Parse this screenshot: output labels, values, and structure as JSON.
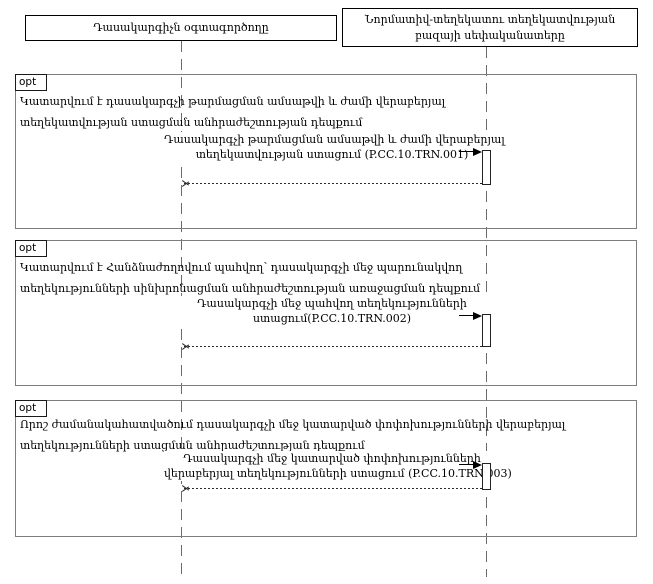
{
  "actors": [
    {
      "label": "Դասակարգիչն օգտագործողը"
    },
    {
      "label": "Նորմատիվ-տեղեկատու տեղեկատվության բազայի սեփականատերը"
    }
  ],
  "fragments": [
    {
      "operator": "opt",
      "guard_lines": [
        "Կատարվում է դասակարգչի թարմացման ամսաթվի և ժամի վերաբերյալ",
        "տեղեկատվության ստացման անհրաժեշտության դեպքում"
      ],
      "message_lines": [
        "Դասակարգչի թարմացման ամսաթվի և ժամի վերաբերյալ",
        "տեղեկատվության ստացում (P.CC.10.TRN.001)"
      ],
      "message_code": "P.CC.10.TRN.001"
    },
    {
      "operator": "opt",
      "guard_lines": [
        "Կատարվում է Հանձնաժողովում պահվող՝ դասակարգչի մեջ պարունակվող",
        "տեղեկությունների սինխրոնացման անհրաժեշտության առաջացման դեպքում"
      ],
      "message_lines": [
        "Դասակարգչի մեջ պահվող տեղեկությունների",
        "ստացում(P.CC.10.TRN.002)"
      ],
      "message_code": "P.CC.10.TRN.002"
    },
    {
      "operator": "opt",
      "guard_lines": [
        "Որոշ ժամանակահատվածում դասակարգչի մեջ կատարված փոփոխությունների վերաբերյալ",
        "տեղեկությունների ստացման անհրաժեշտության դեպքում"
      ],
      "message_lines": [
        "Դասակարգչի մեջ կատարված փոփոխությունների",
        "վերաբերյալ տեղեկությունների ստացում (P.CC.10.TRN.003)"
      ],
      "message_code": "P.CC.10.TRN.003"
    }
  ]
}
